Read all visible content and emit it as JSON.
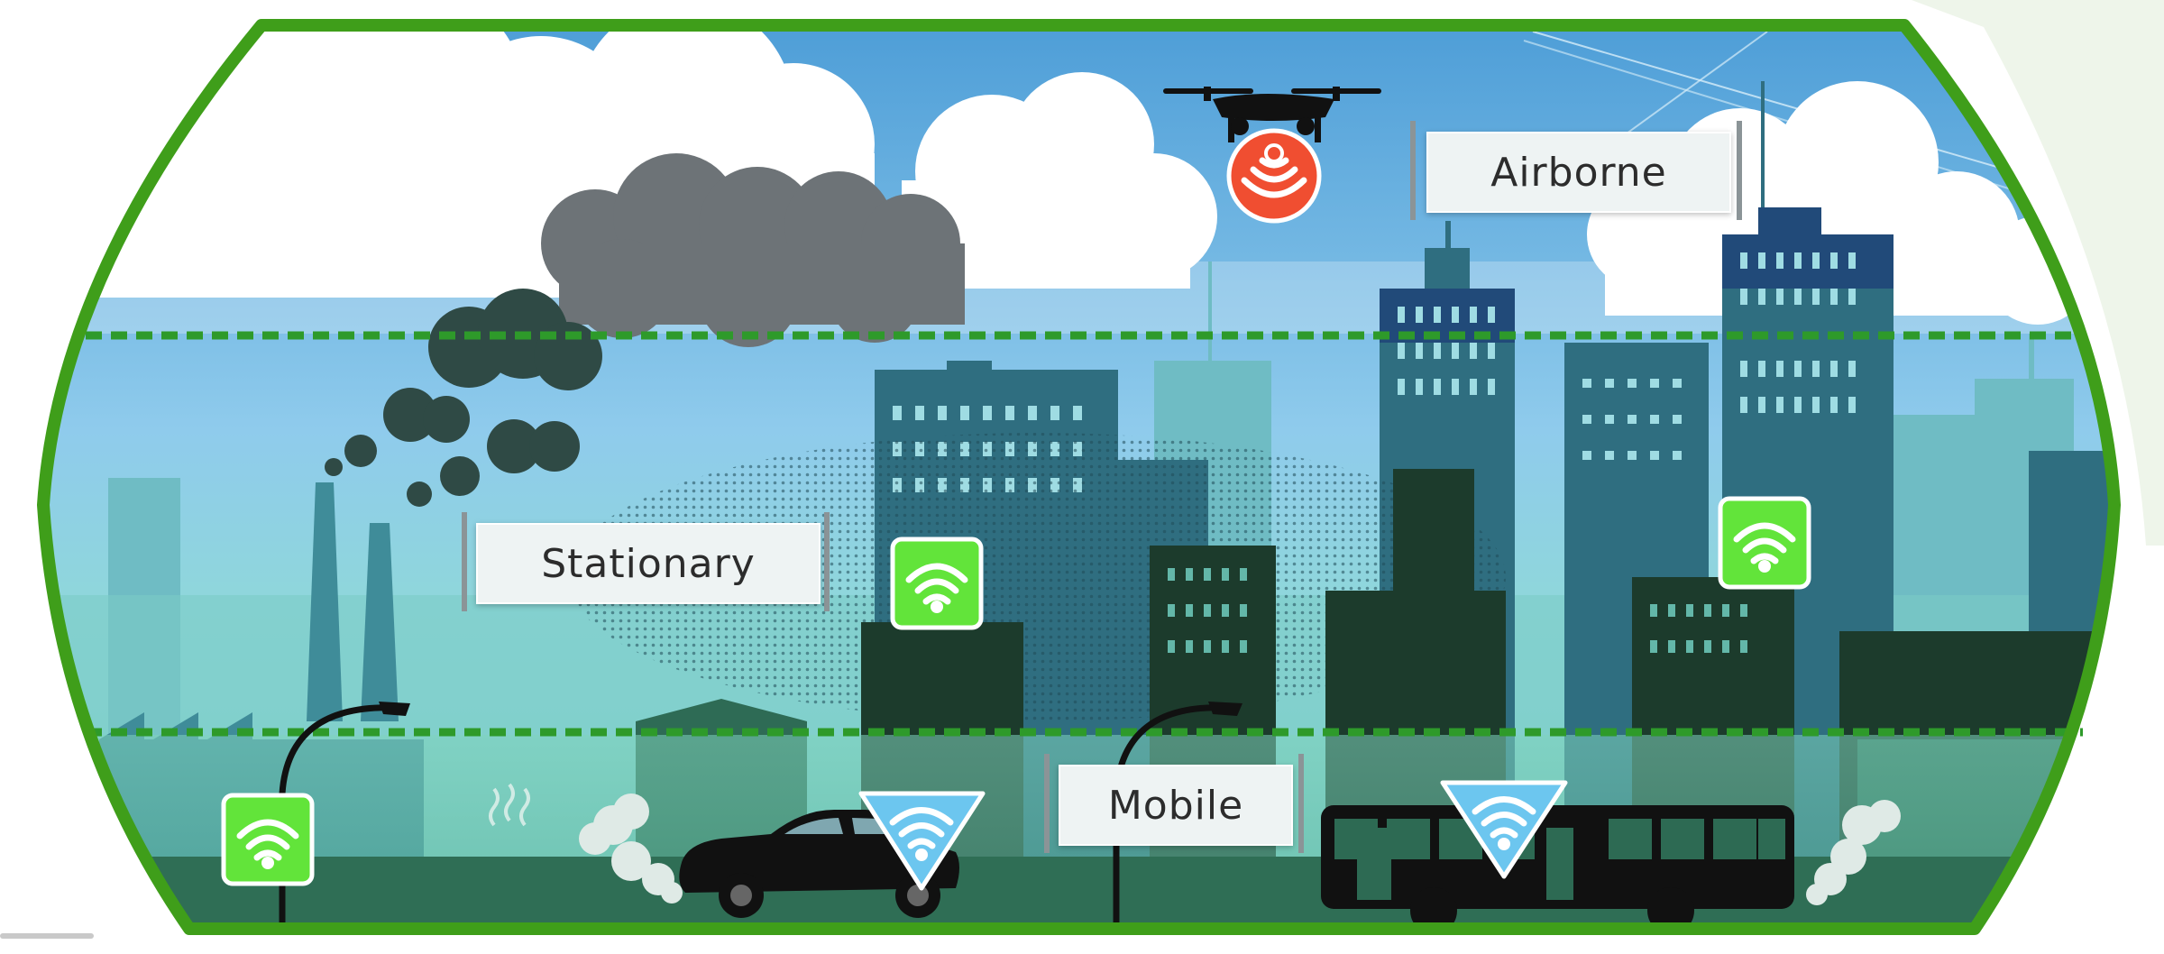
{
  "labels": {
    "airborne": "Airborne",
    "stationary": "Stationary",
    "mobile": "Mobile"
  },
  "icons": {
    "drone": "drone-icon",
    "airborne_sensor": "broadcast-sensor-icon",
    "stationary_sensor": "wifi-sensor-icon",
    "mobile_sensor": "wifi-triangle-sensor-icon",
    "car": "car-icon",
    "bus": "bus-icon",
    "factory": "factory-icon",
    "streetlight": "streetlight-icon"
  },
  "colors": {
    "frame_green": "#3f9e1a",
    "layer_divider": "#2e9a2a",
    "sky_top": "#4f9fd8",
    "sky_mid": "#a9d8ef",
    "stationary_sensor": "#62e43a",
    "mobile_sensor": "#6cc6ef",
    "airborne_sensor": "#f04e31"
  }
}
